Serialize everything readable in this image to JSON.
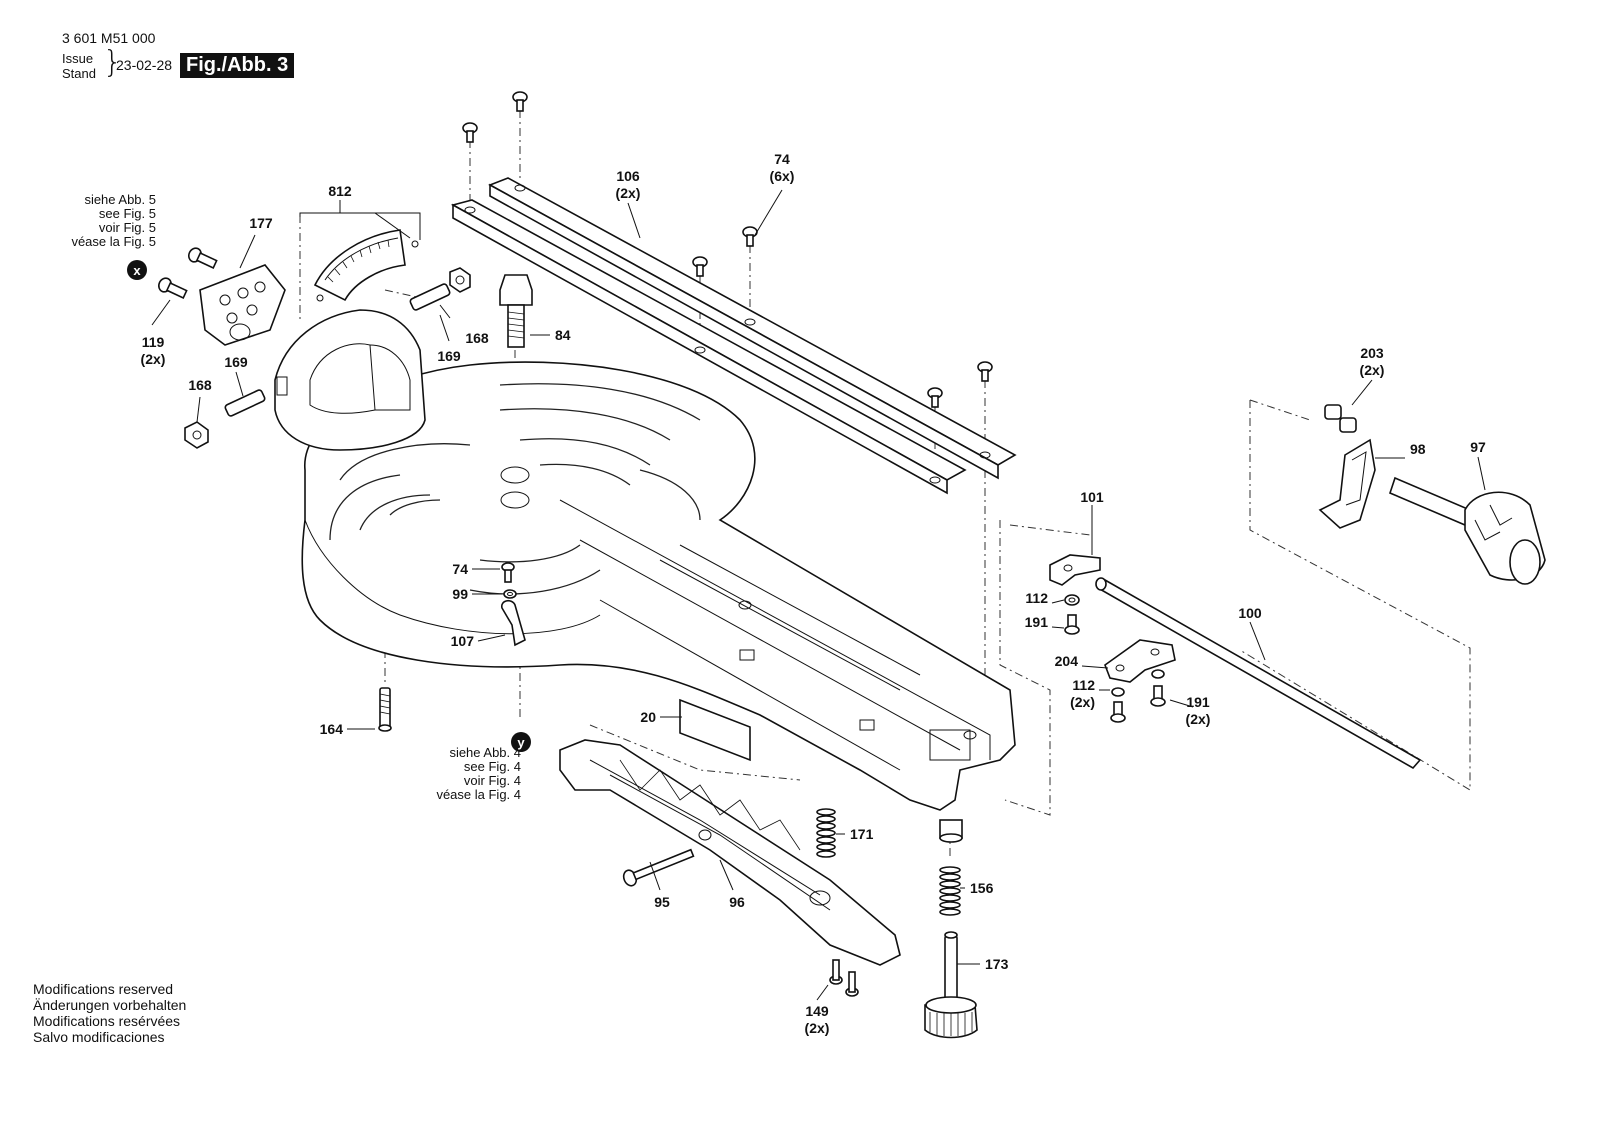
{
  "header": {
    "part_number": "3 601 M51 000",
    "issue_line1": "Issue",
    "issue_line2": "Stand",
    "date": "23-02-28",
    "figure_label": "Fig./Abb. 3"
  },
  "notes": {
    "fig5": [
      "siehe Abb. 5",
      "see Fig. 5",
      "voir Fig. 5",
      "véase la Fig. 5"
    ],
    "fig4": [
      "siehe Abb. 4",
      "see Fig. 4",
      "voir Fig. 4",
      "véase la Fig. 4"
    ],
    "marker_x": "x",
    "marker_y": "y"
  },
  "footer": [
    "Modifications reserved",
    "Änderungen vorbehalten",
    "Modifications resérvées",
    "Salvo modificaciones"
  ],
  "callouts": {
    "c812": "812",
    "c177": "177",
    "c119": "119",
    "c119q": "(2x)",
    "c168a": "168",
    "c169a": "169",
    "c168b": "168",
    "c169b": "169",
    "c84": "84",
    "c106": "106",
    "c106q": "(2x)",
    "c74a": "74",
    "c74aq": "(6x)",
    "c203": "203",
    "c203q": "(2x)",
    "c98": "98",
    "c97": "97",
    "c101": "101",
    "c112a": "112",
    "c191a": "191",
    "c204": "204",
    "c112b": "112",
    "c112bq": "(2x)",
    "c191b": "191",
    "c191bq": "(2x)",
    "c100": "100",
    "c74b": "74",
    "c99": "99",
    "c107": "107",
    "c20": "20",
    "c164": "164",
    "c171": "171",
    "c156": "156",
    "c173": "173",
    "c95": "95",
    "c96": "96",
    "c149": "149",
    "c149q": "(2x)"
  }
}
